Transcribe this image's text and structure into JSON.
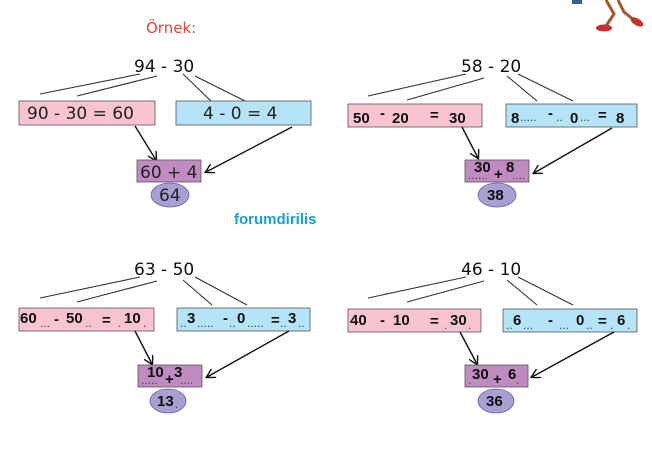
{
  "header": {
    "example_label": "Örnek:"
  },
  "watermark": "forumdirilis",
  "colors": {
    "pink": "#f9c3d2",
    "blue": "#b5e3f8",
    "purple": "#c08bc0",
    "oval": "#a99fd2",
    "red_label": "#e8443c",
    "brand_blue": "#1a9fd9"
  },
  "problems": [
    {
      "expression": "94 - 30",
      "tens": "90 - 30 = 60",
      "ones": "4 - 0 = 4",
      "sum": "60 + 4",
      "result": "64"
    },
    {
      "expression": "58 - 20",
      "tens": [
        "50",
        "20",
        "30"
      ],
      "ones": [
        "8",
        "0",
        "8"
      ],
      "sum": [
        "30",
        "8"
      ],
      "result": "38"
    },
    {
      "expression": "63 - 50",
      "tens": [
        "60",
        "50",
        "10"
      ],
      "ones": [
        "3",
        "0",
        "3"
      ],
      "sum": [
        "10",
        "3"
      ],
      "result": "13"
    },
    {
      "expression": "46 - 10",
      "tens": [
        "40",
        "10",
        "30"
      ],
      "ones": [
        "6",
        "0",
        "6"
      ],
      "sum": [
        "30",
        "6"
      ],
      "result": "36"
    }
  ]
}
